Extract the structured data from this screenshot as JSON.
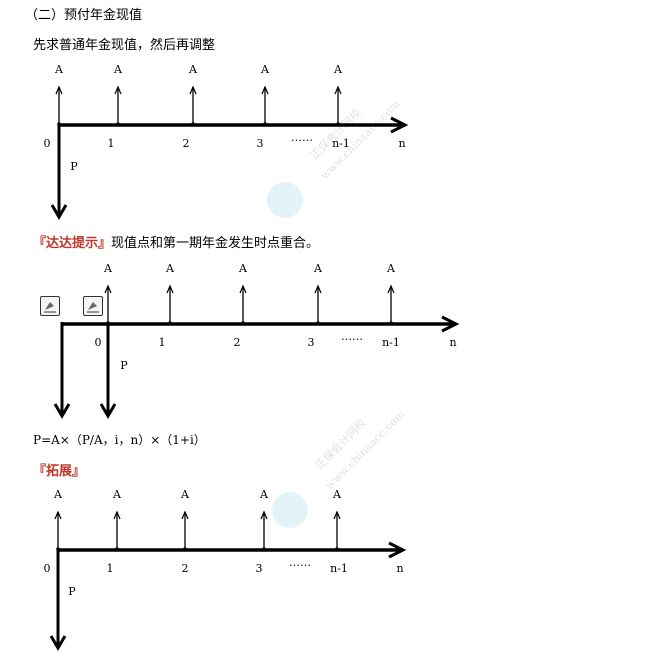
{
  "section_title": "（二）预付年金现值",
  "intro_text": "先求普通年金现值，然后再调整",
  "tip": {
    "label": "『达达提示』",
    "text": "现值点和第一期年金发生时点重合。"
  },
  "formula": "P=A×（P/A，i，n）×（1+i）",
  "expand_label": "『拓展』",
  "diagram_labels": {
    "annuity": "A",
    "present": "P",
    "ellipsis": "……",
    "periods": [
      "0",
      "1",
      "2",
      "3",
      "n-1",
      "n"
    ]
  },
  "watermark": {
    "brand": "正保会计网校",
    "url": "www.chinaacc.com"
  }
}
